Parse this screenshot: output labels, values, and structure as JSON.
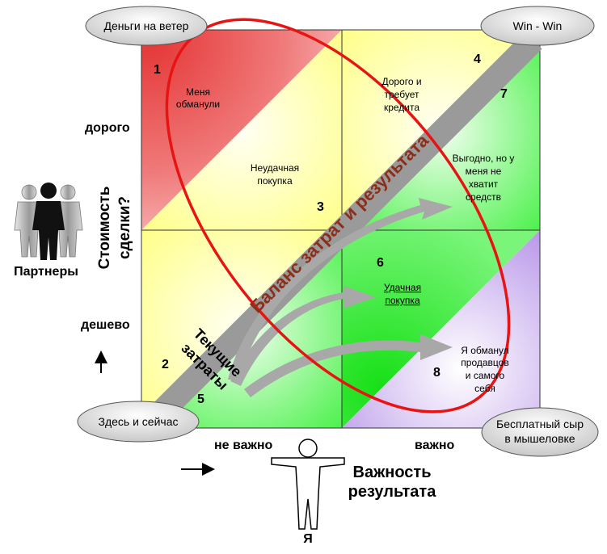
{
  "corners": {
    "top_left": "Деньги на ветер",
    "top_right": "Win - Win",
    "bottom_left": "Здесь и сейчас",
    "bottom_right_line1": "Бесплатный сыр",
    "bottom_right_line2": "в мышеловке"
  },
  "y_axis": {
    "title_line1": "Стоимость",
    "title_line2": "сделки?",
    "high": "дорого",
    "low": "дешево"
  },
  "x_axis": {
    "title_line1": "Важность",
    "title_line2": "результата",
    "low": "не важно",
    "high": "важно"
  },
  "figures": {
    "partners": "Партнеры",
    "me": "Я"
  },
  "diagonal": {
    "balance": "Баланс затрат и результата",
    "current_line1": "Текущие",
    "current_line2": "затраты"
  },
  "zones": [
    {
      "number": "1",
      "lines": [
        "Меня",
        "обманули"
      ]
    },
    {
      "number": "2",
      "lines": []
    },
    {
      "number": "3",
      "lines": [
        "Неудачная",
        "покупка"
      ]
    },
    {
      "number": "4",
      "lines": [
        "Дорого и",
        "требует",
        "кредита"
      ]
    },
    {
      "number": "5",
      "lines": []
    },
    {
      "number": "6",
      "lines": [
        "Удачная",
        "покупка"
      ]
    },
    {
      "number": "7",
      "lines": [
        "Выгодно, но у",
        "меня не",
        "хватит",
        "средств"
      ]
    },
    {
      "number": "8",
      "lines": [
        "Я обманул",
        "продавцов",
        "и самого",
        "себя"
      ]
    }
  ],
  "colors": {
    "red_zone": "#e03a3a",
    "yellow_zone": "#ffff80",
    "green_zone": "#33ee33",
    "purple_zone": "#b58fe8",
    "ellipse": "#e81414",
    "diagonal_band": "#9a9a9a",
    "balance_text": "#8b2e1a"
  }
}
